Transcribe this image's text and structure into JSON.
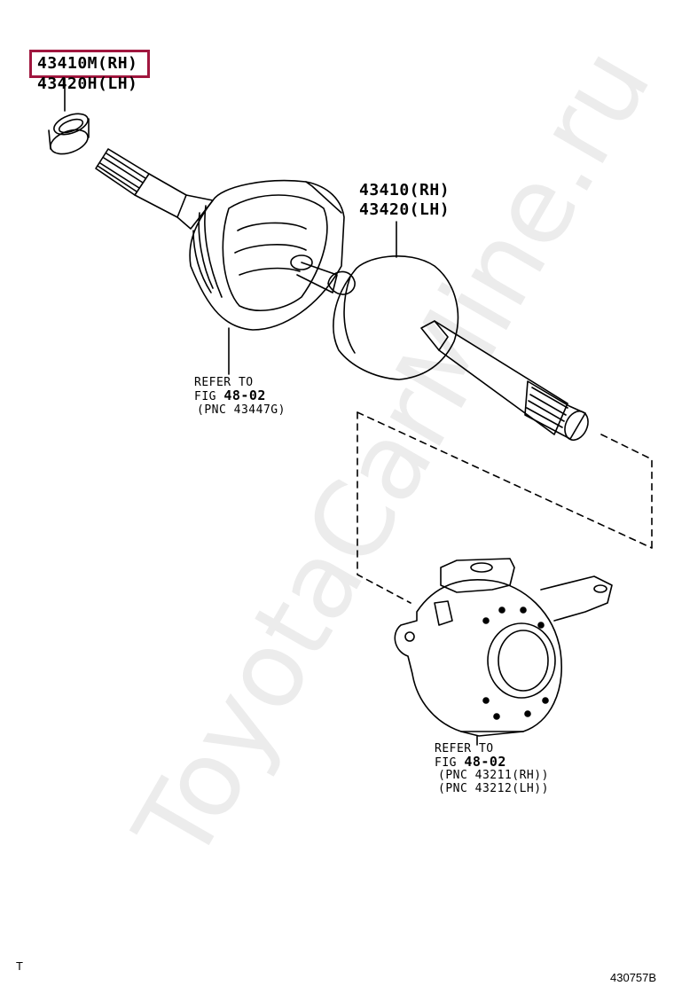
{
  "watermark": "ToyotaCarMine.ru",
  "highlight_part": {
    "line1": "43410M(RH)",
    "line2": "43420H(LH)"
  },
  "shaft_part": {
    "line1": "43410(RH)",
    "line2": "43420(LH)"
  },
  "refer_boot": {
    "line1": "REFER TO",
    "line2_prefix": "FIG ",
    "line2_fig": "48-02",
    "line3": "(PNC 43447G)"
  },
  "refer_knuckle": {
    "line1": "REFER TO",
    "line2_prefix": "FIG ",
    "line2_fig": "48-02",
    "line3": "(PNC 43211(RH))",
    "line4": "(PNC 43212(LH))"
  },
  "footer_left": "T",
  "footer_right": "430757B"
}
